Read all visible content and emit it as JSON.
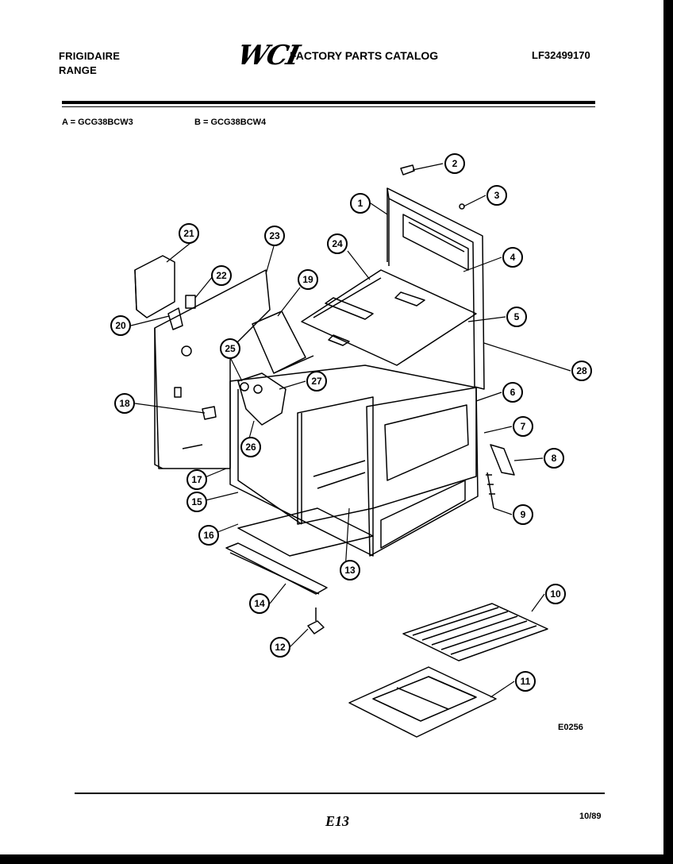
{
  "header": {
    "brand_line1": "FRIGIDAIRE",
    "brand_line2": "RANGE",
    "logo": "WCI",
    "catalog_title": "FACTORY PARTS CATALOG",
    "catalog_number": "LF32499170"
  },
  "models": {
    "a": "A = GCG38BCW3",
    "b": "B = GCG38BCW4"
  },
  "diagram": {
    "figure_code": "E0256",
    "callouts": [
      "1",
      "2",
      "3",
      "4",
      "5",
      "6",
      "7",
      "8",
      "9",
      "10",
      "11",
      "12",
      "13",
      "14",
      "15",
      "16",
      "17",
      "18",
      "19",
      "20",
      "21",
      "22",
      "23",
      "24",
      "25",
      "26",
      "27",
      "28"
    ]
  },
  "footer": {
    "page": "E13",
    "date": "10/89"
  }
}
